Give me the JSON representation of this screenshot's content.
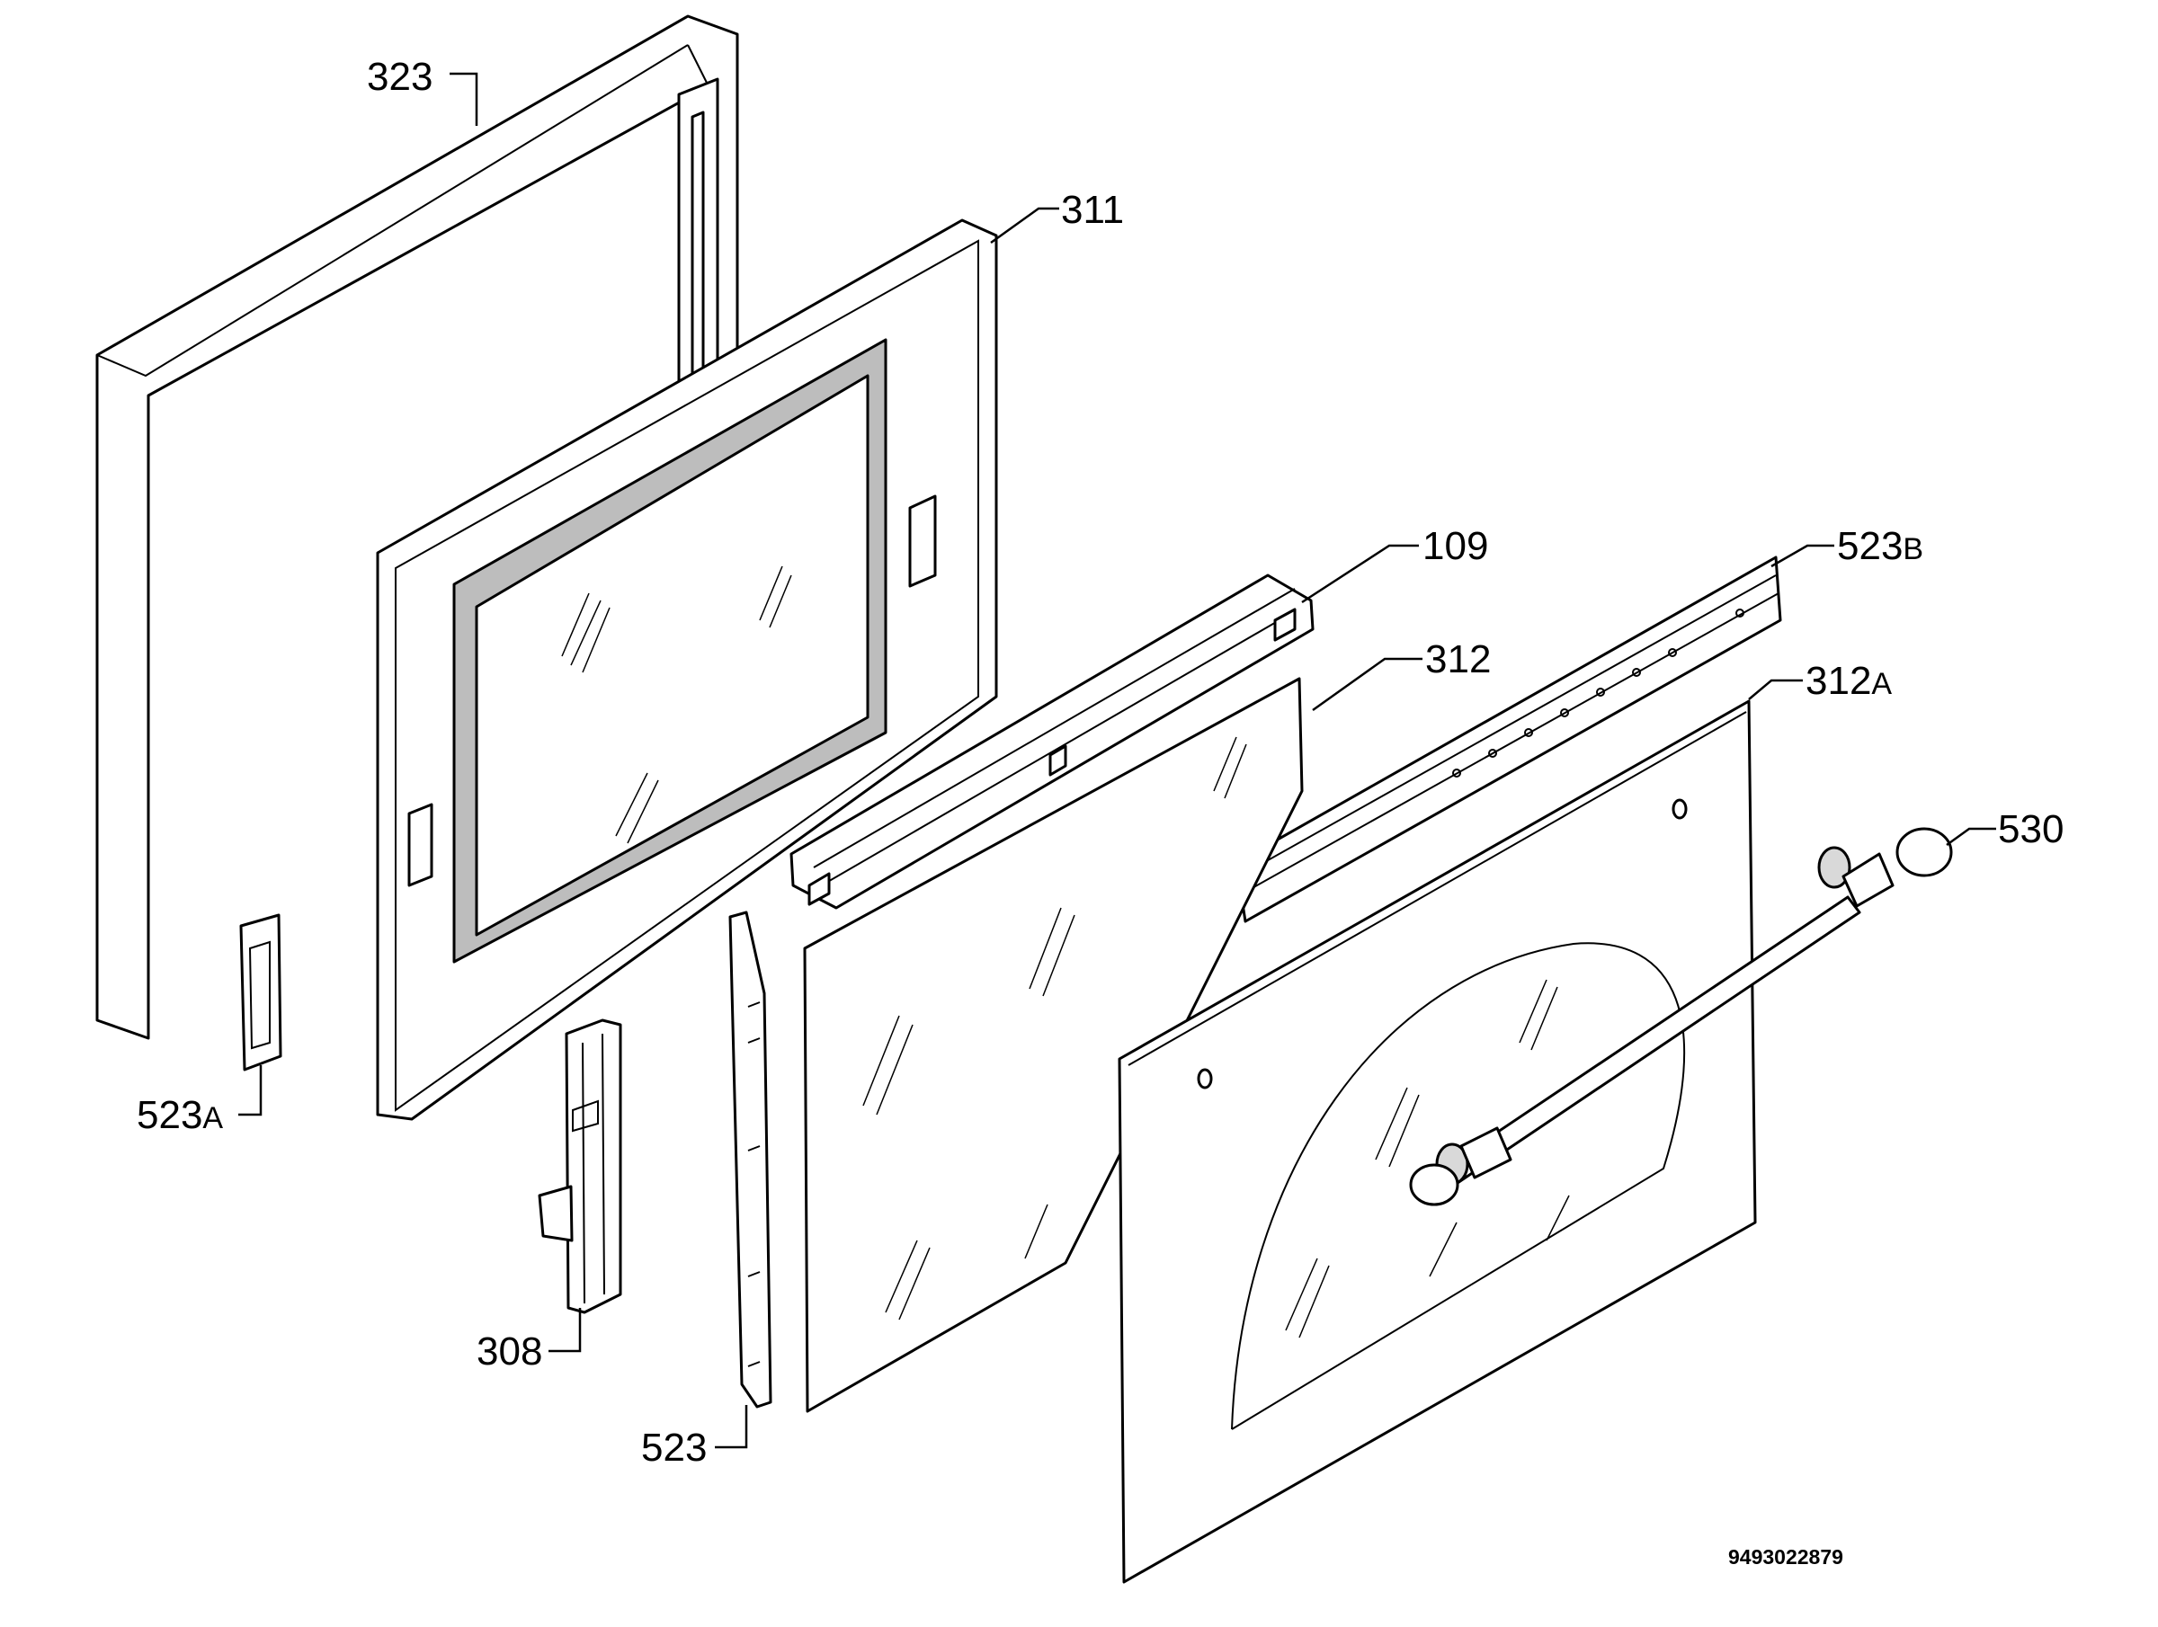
{
  "callouts": [
    {
      "id": "frame",
      "num": "323",
      "suffix": ""
    },
    {
      "id": "inner-door",
      "num": "311",
      "suffix": ""
    },
    {
      "id": "profile",
      "num": "109",
      "suffix": ""
    },
    {
      "id": "rail",
      "num": "523",
      "suffix": "B"
    },
    {
      "id": "glass-inner",
      "num": "312",
      "suffix": ""
    },
    {
      "id": "glass-outer",
      "num": "312",
      "suffix": "A"
    },
    {
      "id": "handle",
      "num": "530",
      "suffix": ""
    },
    {
      "id": "hinge-clip",
      "num": "523",
      "suffix": "A"
    },
    {
      "id": "hinge",
      "num": "308",
      "suffix": ""
    },
    {
      "id": "side-strip",
      "num": "523",
      "suffix": ""
    }
  ],
  "document_id": "9493022879"
}
